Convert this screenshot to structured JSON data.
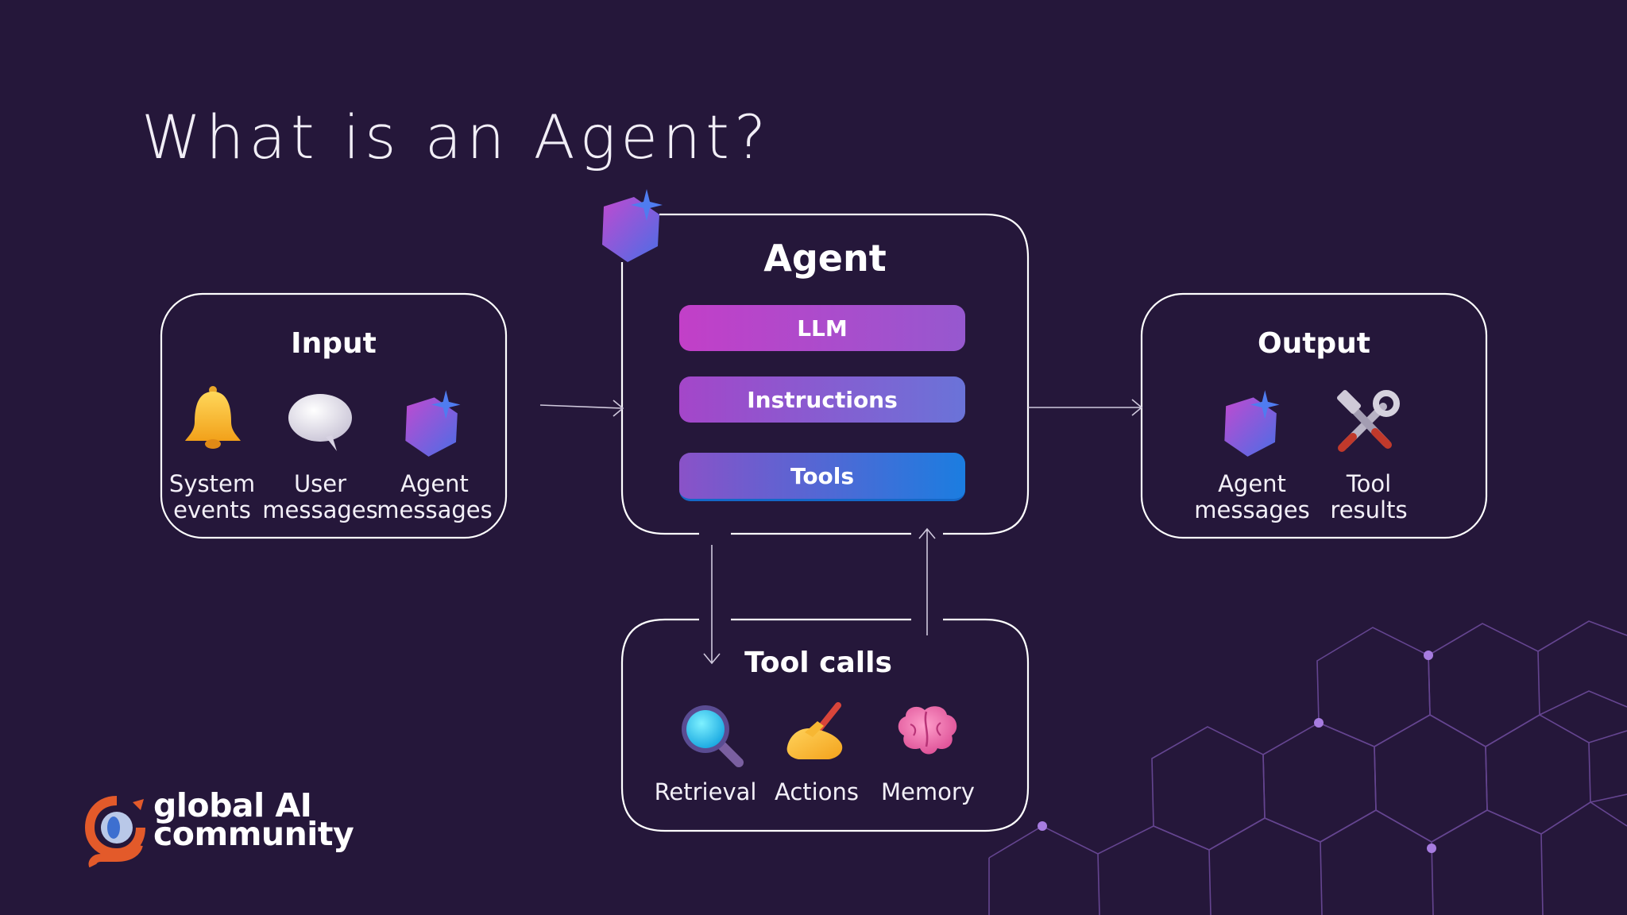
{
  "title": "What is an Agent?",
  "input": {
    "title": "Input",
    "items": [
      {
        "line1": "System",
        "line2": "events",
        "icon": "bell-icon"
      },
      {
        "line1": "User",
        "line2": "messages",
        "icon": "speech-bubble-icon"
      },
      {
        "line1": "Agent",
        "line2": "messages",
        "icon": "agent-hexagon-icon"
      }
    ]
  },
  "agent": {
    "title": "Agent",
    "components": [
      "LLM",
      "Instructions",
      "Tools"
    ]
  },
  "output": {
    "title": "Output",
    "items": [
      {
        "line1": "Agent",
        "line2": "messages",
        "icon": "agent-hexagon-icon"
      },
      {
        "line1": "Tool",
        "line2": "results",
        "icon": "hammer-wrench-icon"
      }
    ]
  },
  "tool_calls": {
    "title": "Tool calls",
    "items": [
      {
        "label": "Retrieval",
        "icon": "magnifier-icon"
      },
      {
        "label": "Actions",
        "icon": "writing-hand-icon"
      },
      {
        "label": "Memory",
        "icon": "brain-icon"
      }
    ]
  },
  "logo": {
    "line1": "global AI",
    "line2": "community"
  },
  "colors": {
    "background": "#25173a",
    "box_stroke": "#ffffff",
    "hex_pattern": "#6c4a9a",
    "hex_node": "#a77ce0"
  }
}
